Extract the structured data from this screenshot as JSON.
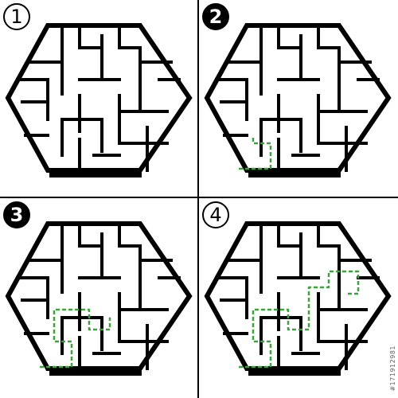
{
  "colors": {
    "maze_wall": "#000000",
    "solution_path": "#3aa33a",
    "background": "#ffffff"
  },
  "panels": [
    {
      "step_label": "1",
      "badge_style": "outline",
      "solution_progress": 0
    },
    {
      "step_label": "2",
      "badge_style": "filled",
      "solution_progress": 0.25
    },
    {
      "step_label": "3",
      "badge_style": "filled",
      "solution_progress": 0.6
    },
    {
      "step_label": "4",
      "badge_style": "outline",
      "solution_progress": 1.0
    }
  ],
  "stock_id": "#171912981"
}
